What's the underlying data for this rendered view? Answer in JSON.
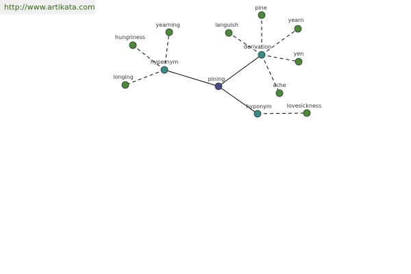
{
  "site": {
    "url": "http://www.artikata.com"
  },
  "colors": {
    "background": "#ffffff",
    "url_background": "#f0f0f0",
    "url_text": "#3a6a1a",
    "edge": "#000000",
    "label": "#333333",
    "node_root": "#4a4a8a",
    "node_relation": "#3a8a8a",
    "node_word": "#4a8a3a",
    "node_stroke": "#2a3a2a"
  },
  "graph": {
    "nodes": [
      {
        "id": "pining",
        "label": "pining",
        "kind": "root"
      },
      {
        "id": "hypernym",
        "label": "hypernym",
        "kind": "relation"
      },
      {
        "id": "derivation",
        "label": "derivation",
        "kind": "relation"
      },
      {
        "id": "hyponym",
        "label": "hyponym",
        "kind": "relation"
      },
      {
        "id": "yearning",
        "label": "yearning",
        "kind": "word"
      },
      {
        "id": "hungriness",
        "label": "hungriness",
        "kind": "word"
      },
      {
        "id": "longing",
        "label": "longing",
        "kind": "word"
      },
      {
        "id": "pine",
        "label": "pine",
        "kind": "word"
      },
      {
        "id": "languish",
        "label": "languish",
        "kind": "word"
      },
      {
        "id": "yearn",
        "label": "yearn",
        "kind": "word"
      },
      {
        "id": "yen",
        "label": "yen",
        "kind": "word"
      },
      {
        "id": "ache",
        "label": "ache",
        "kind": "word"
      },
      {
        "id": "lovesickness",
        "label": "lovesickness",
        "kind": "word"
      }
    ],
    "edges": [
      {
        "from": "pining",
        "to": "hypernym",
        "style": "solid"
      },
      {
        "from": "pining",
        "to": "derivation",
        "style": "solid"
      },
      {
        "from": "pining",
        "to": "hyponym",
        "style": "solid"
      },
      {
        "from": "hypernym",
        "to": "yearning",
        "style": "dashed"
      },
      {
        "from": "hypernym",
        "to": "hungriness",
        "style": "dashed"
      },
      {
        "from": "hypernym",
        "to": "longing",
        "style": "dashed"
      },
      {
        "from": "derivation",
        "to": "pine",
        "style": "dashed"
      },
      {
        "from": "derivation",
        "to": "languish",
        "style": "dashed"
      },
      {
        "from": "derivation",
        "to": "yearn",
        "style": "dashed"
      },
      {
        "from": "derivation",
        "to": "yen",
        "style": "dashed"
      },
      {
        "from": "derivation",
        "to": "ache",
        "style": "dashed"
      },
      {
        "from": "hyponym",
        "to": "lovesickness",
        "style": "dashed"
      }
    ]
  }
}
